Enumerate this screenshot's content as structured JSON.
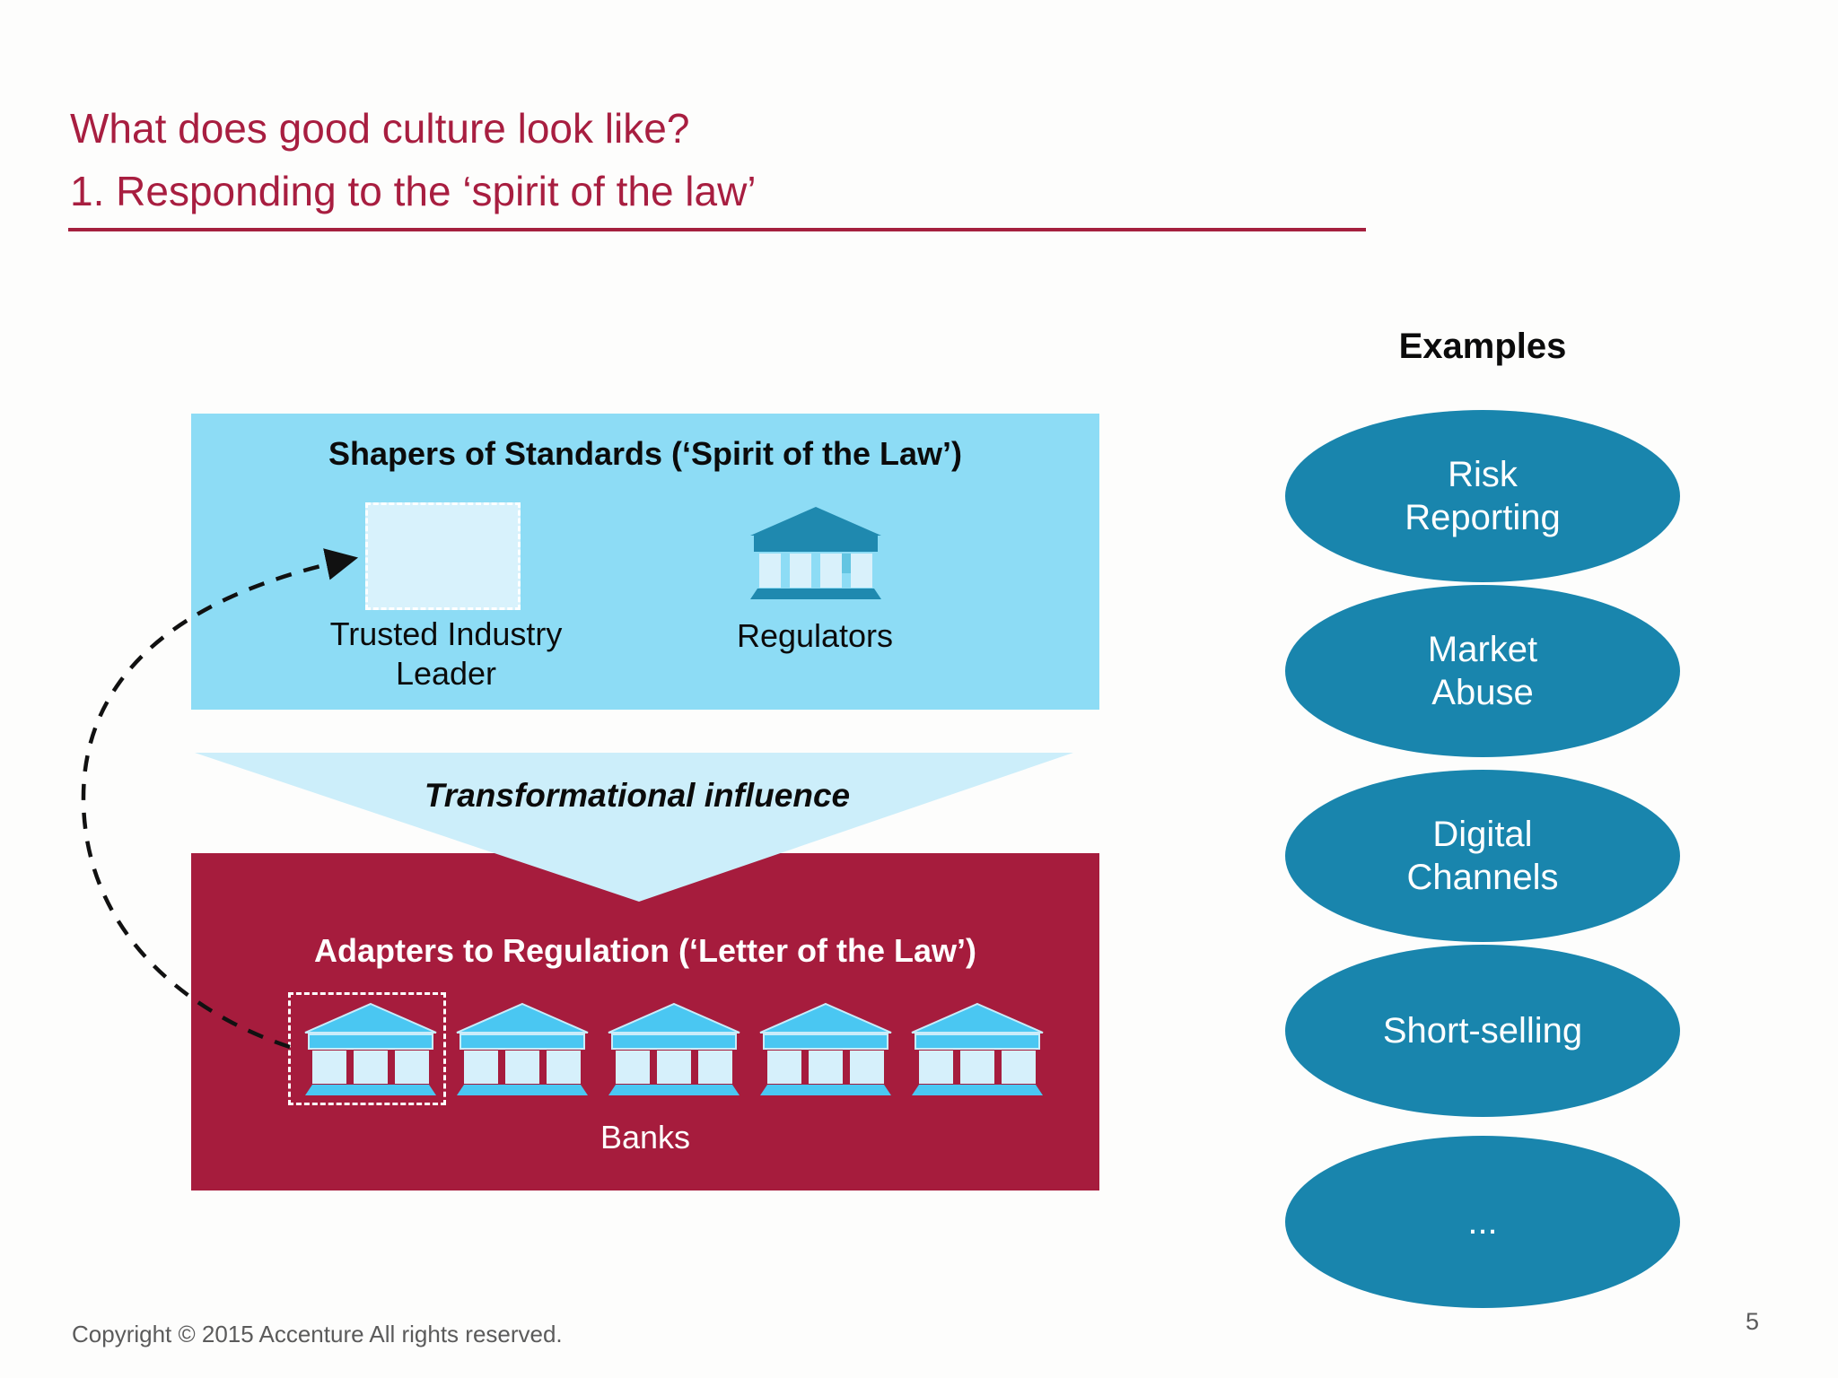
{
  "slide": {
    "title_line1": "What does good culture look like?",
    "title_line2": "1. Responding to the ‘spirit of the law’"
  },
  "diagram": {
    "shapers": {
      "title": "Shapers of Standards (‘Spirit of the Law’)",
      "trusted_leader": {
        "lines": [
          "Trusted Industry",
          "Leader"
        ]
      },
      "regulators_label": "Regulators"
    },
    "influence_label": "Transformational influence",
    "adapters": {
      "title": "Adapters to Regulation (‘Letter of the Law’)",
      "banks_label": "Banks",
      "bank_count": 5
    }
  },
  "examples": {
    "heading": "Examples",
    "items": [
      {
        "lines": [
          "Risk",
          "Reporting"
        ]
      },
      {
        "lines": [
          "Market",
          "Abuse"
        ]
      },
      {
        "lines": [
          "Digital",
          "Channels"
        ]
      },
      {
        "lines": [
          "Short-selling"
        ]
      },
      {
        "lines": [
          "..."
        ]
      }
    ]
  },
  "footer": {
    "copyright": "Copyright © 2015 Accenture All rights reserved.",
    "page_number": "5"
  },
  "icons": {
    "regulators": "government-building-icon",
    "banks": "bank-icon",
    "arrow": "dashed-curved-arrow-icon"
  },
  "colors": {
    "title_red": "#A81E40",
    "rule_red": "#A5203E",
    "shapers_blue": "#8DDCF5",
    "pale_panel_blue": "#D8F2FC",
    "influence_triangle_blue": "#CCEEFA",
    "adapters_red": "#A61C3D",
    "ellipse_teal": "#1985AD",
    "bank_cyan": "#4AC7F2",
    "bank_pale": "#D6F0FB",
    "bank_teal_dark": "#1F89AF",
    "footer_gray": "#5B5B5B"
  }
}
